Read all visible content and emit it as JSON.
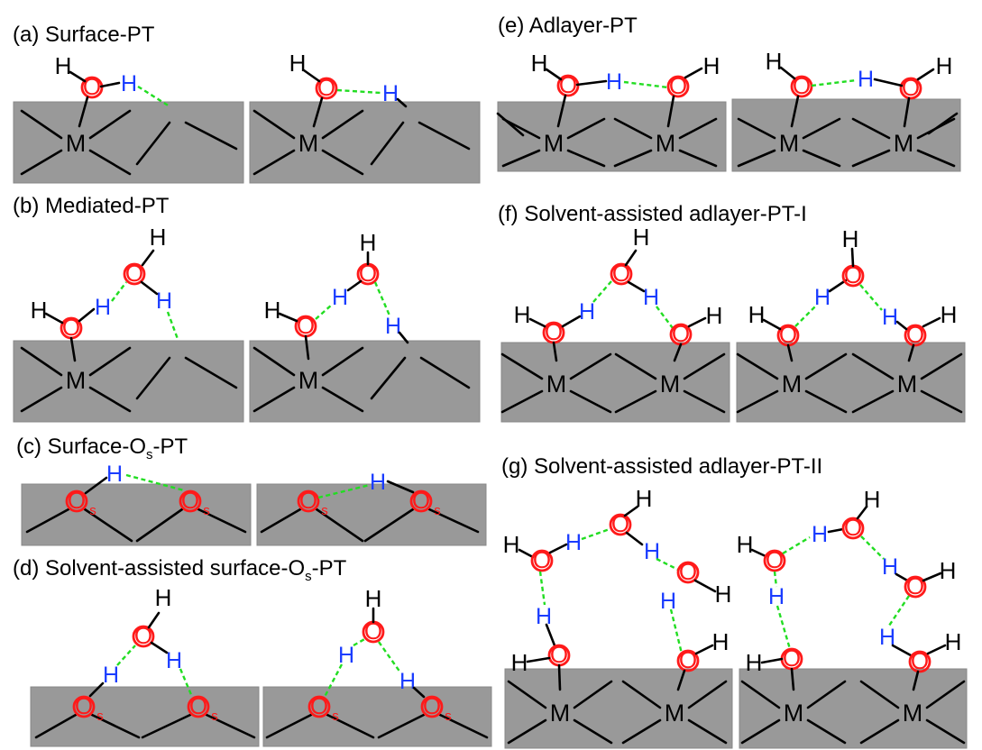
{
  "panels": {
    "a": {
      "tag": "(a)",
      "name": "Surface-PT"
    },
    "b": {
      "tag": "(b)",
      "name": "Mediated-PT"
    },
    "c": {
      "tag": "(c)",
      "pre": "Surface-O",
      "sub": "s",
      "post": "-PT"
    },
    "d": {
      "tag": "(d)",
      "pre": "Solvent-assisted surface-O",
      "sub": "s",
      "post": "-PT"
    },
    "e": {
      "tag": "(e)",
      "name": "Adlayer-PT"
    },
    "f": {
      "tag": "(f)",
      "name": "Solvent-assisted adlayer-PT-I"
    },
    "g": {
      "tag": "(g)",
      "name": "Solvent-assisted adlayer-PT-II"
    }
  },
  "atoms": {
    "H": "H",
    "O": "O",
    "M": "M",
    "s": "s"
  },
  "colors": {
    "slab": "#999999",
    "oxygen": "#ff1a1a",
    "hydrogen_transfer": "#1a3cff",
    "hbond": "#22dd22",
    "bond": "#000000"
  }
}
